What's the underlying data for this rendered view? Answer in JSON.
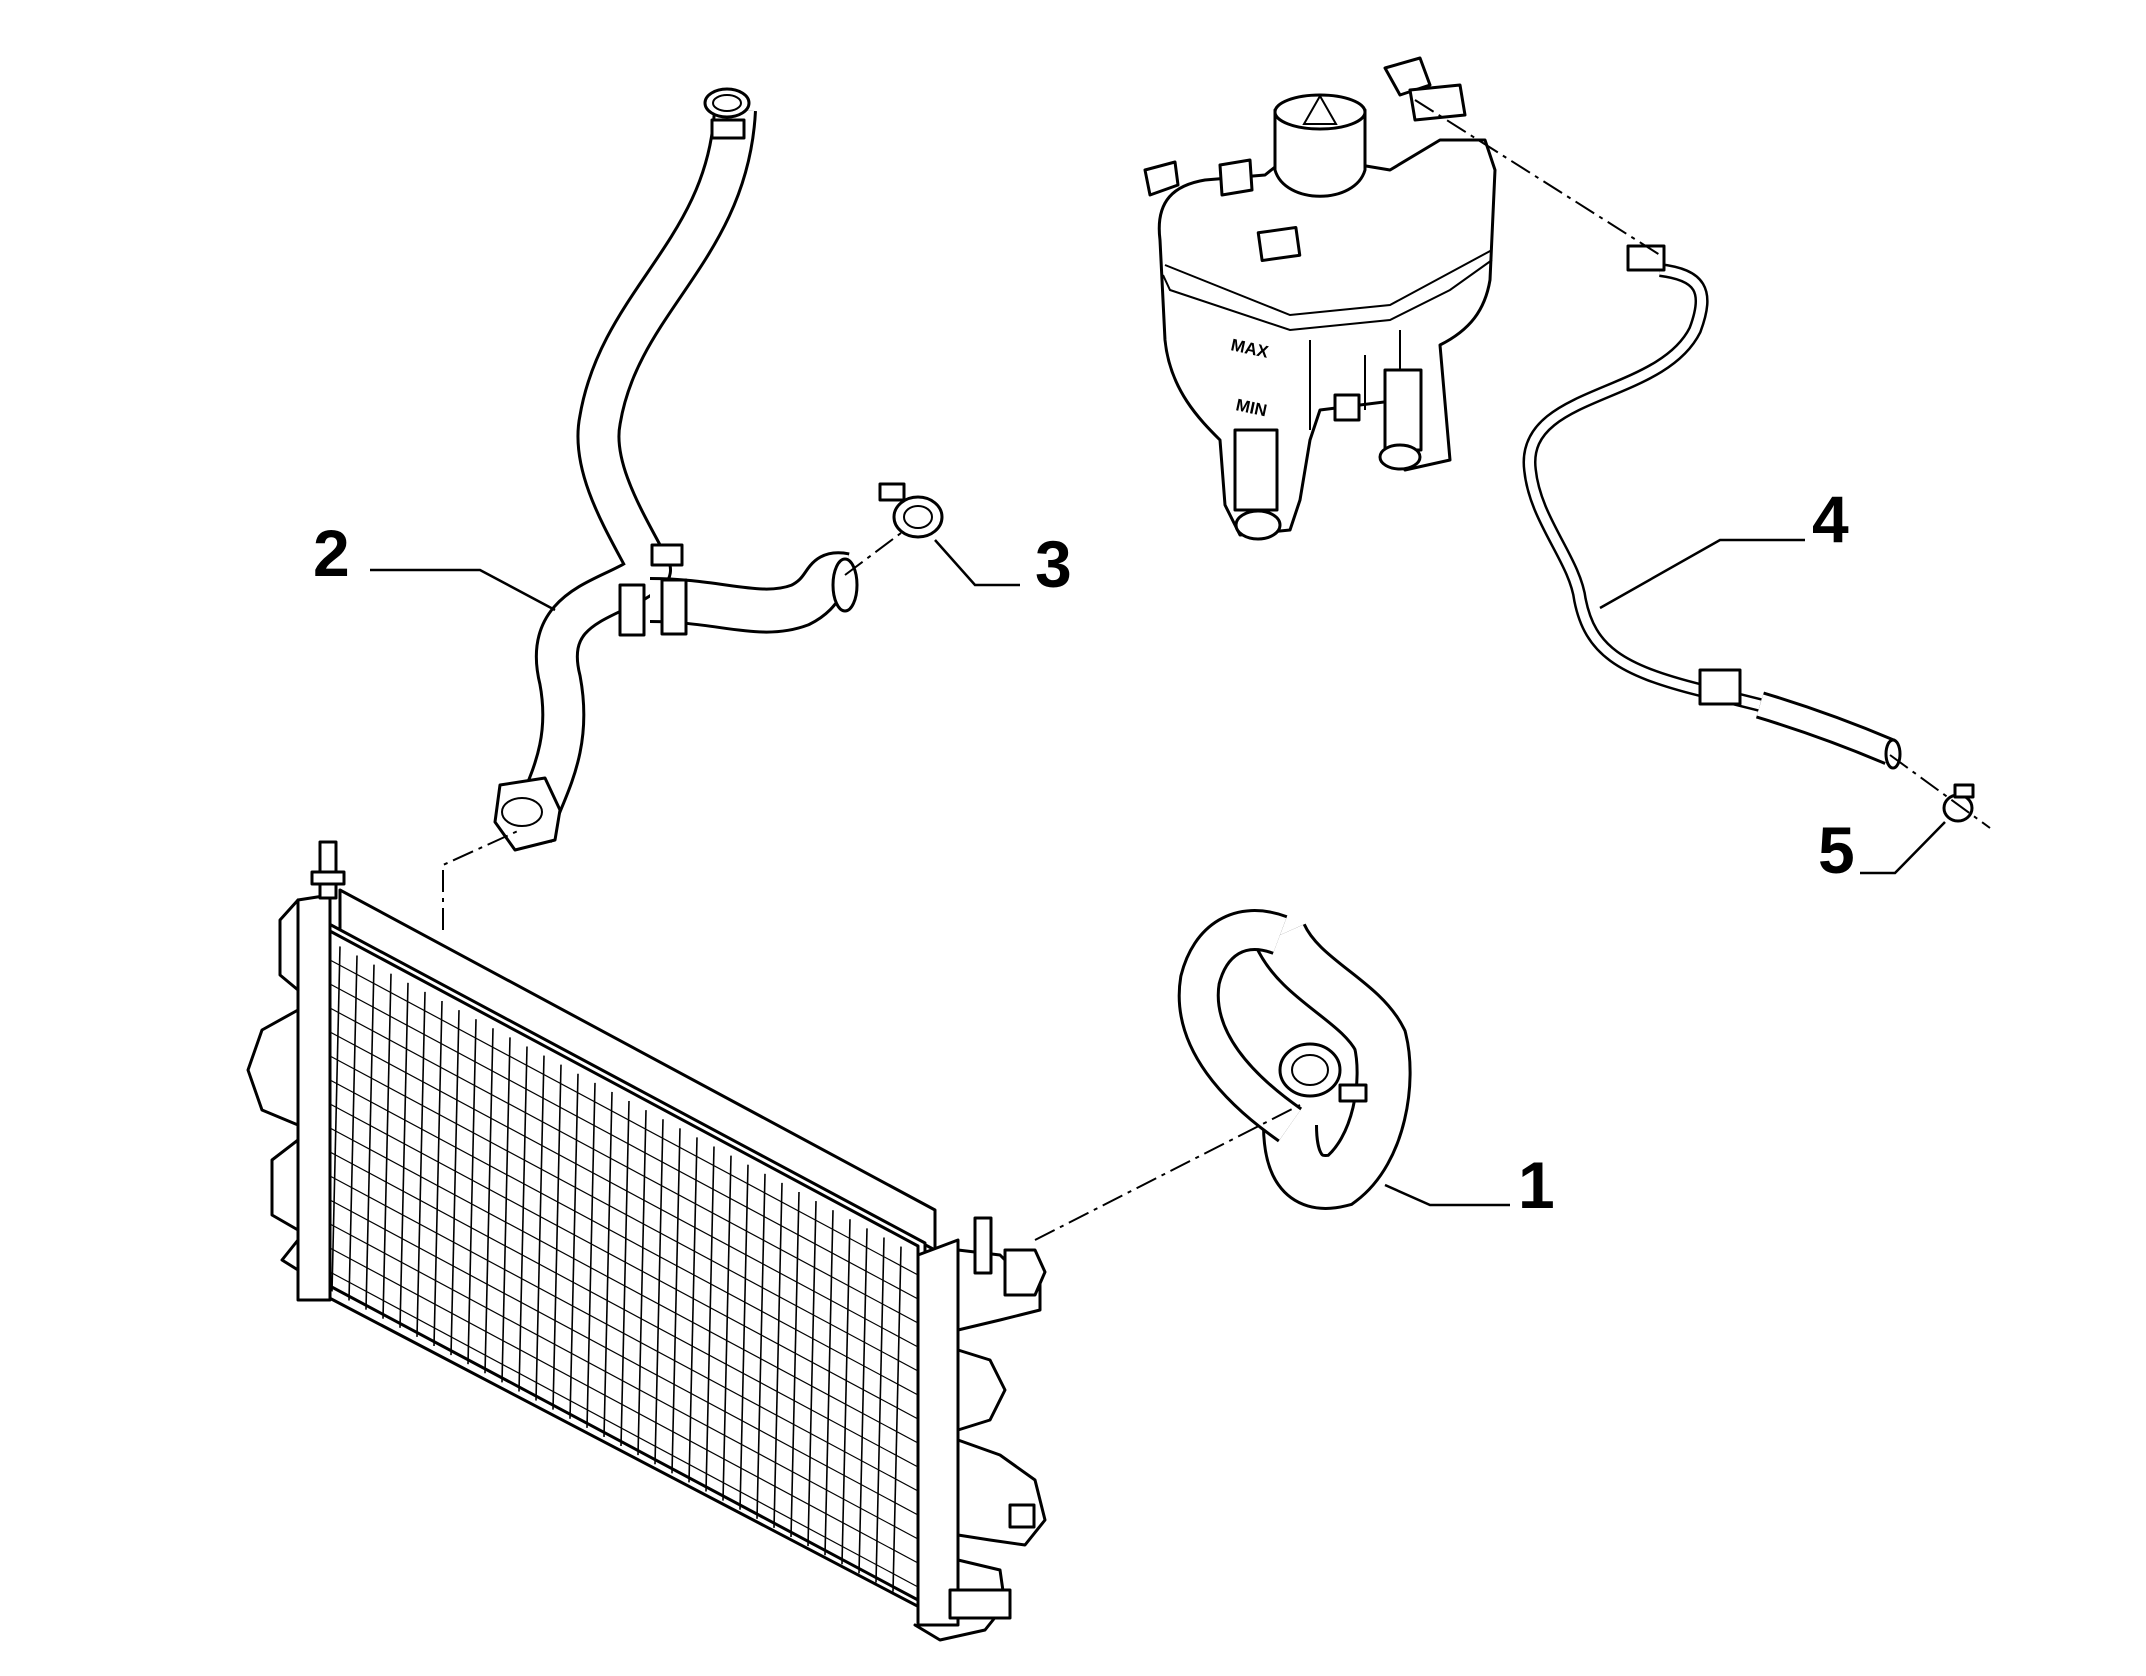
{
  "callouts": [
    {
      "id": "1",
      "label": "1"
    },
    {
      "id": "2",
      "label": "2"
    },
    {
      "id": "3",
      "label": "3"
    },
    {
      "id": "4",
      "label": "4"
    },
    {
      "id": "5",
      "label": "5"
    }
  ],
  "tank_marks": {
    "max": "MAX",
    "min": "MIN"
  },
  "colors": {
    "line": "#000000",
    "background": "#ffffff"
  }
}
